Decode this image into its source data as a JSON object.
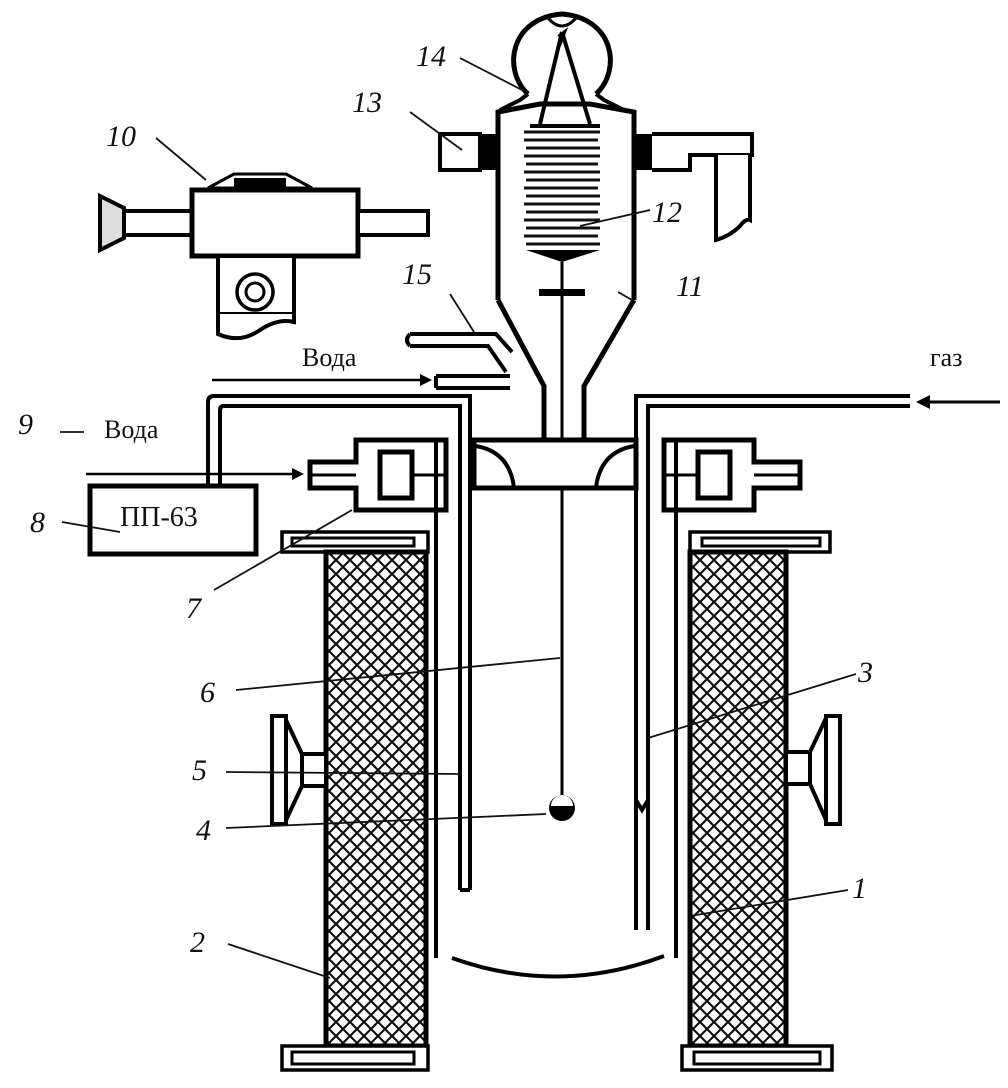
{
  "diagram": {
    "title": "Schematic of melting apparatus with rotating crucible and vibration system",
    "labels": {
      "n1": "1",
      "n2": "2",
      "n3": "3",
      "n4": "4",
      "n5": "5",
      "n6": "6",
      "n7": "7",
      "n8": "8",
      "n9": "9",
      "n10": "10",
      "n11": "11",
      "n12": "12",
      "n13": "13",
      "n14": "14",
      "n15": "15"
    },
    "text": {
      "water_top": "Вода",
      "water_left": "Вода",
      "gas": "газ",
      "device": "ПП-63"
    },
    "components": [
      {
        "id": "1",
        "name": "right heater block (hatched insulation)"
      },
      {
        "id": "2",
        "name": "left heater block (hatched insulation)"
      },
      {
        "id": "3",
        "name": "gas inlet tube"
      },
      {
        "id": "4",
        "name": "sample bead"
      },
      {
        "id": "5",
        "name": "side support knob"
      },
      {
        "id": "6",
        "name": "suspension wire"
      },
      {
        "id": "7",
        "name": "water-cooled flange"
      },
      {
        "id": "8",
        "name": "ПП-63 potentiometer"
      },
      {
        "id": "9",
        "name": "water inlet"
      },
      {
        "id": "10",
        "name": "optical telescope"
      },
      {
        "id": "11",
        "name": "upper chamber"
      },
      {
        "id": "12",
        "name": "torsion spring"
      },
      {
        "id": "13",
        "name": "side port"
      },
      {
        "id": "14",
        "name": "glass bulb"
      },
      {
        "id": "15",
        "name": "water outlet tube"
      }
    ]
  }
}
